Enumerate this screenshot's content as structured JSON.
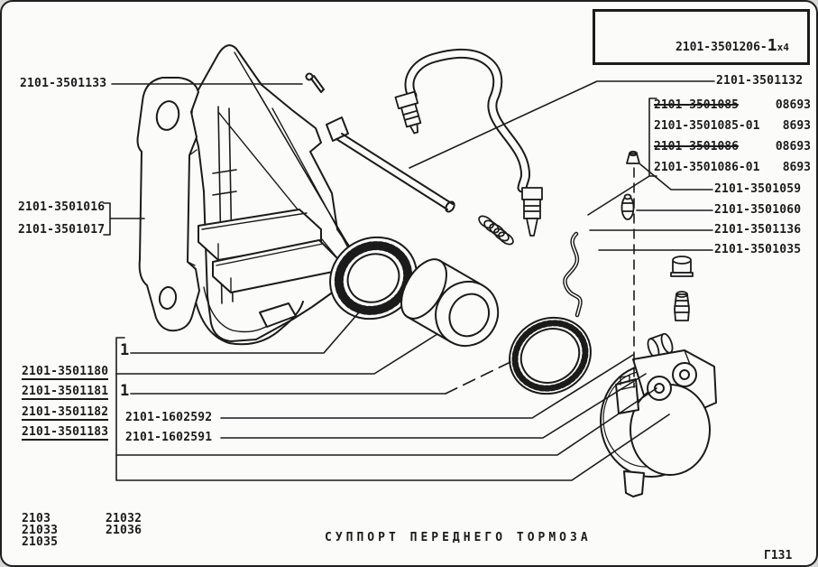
{
  "figure": {
    "title": "СУППОРТ ПЕРЕДНЕГО ТОРМОЗА",
    "code": "Г131"
  },
  "legend_box": {
    "part_number": "2101-3501206-",
    "qty_value": "1",
    "qty_suffix": "x4",
    "icon": "brake-pads-set-icon"
  },
  "labels": {
    "pin": "2101-3501133",
    "caliper_pair": [
      "2101-3501016",
      "2101-3501017"
    ],
    "retainer_pin": "2101-3501132",
    "hose_variants": [
      {
        "number": "2101-3501085",
        "code": "08693",
        "struck": true
      },
      {
        "number": "2101-3501085-01",
        "code": "8693",
        "struck": false
      },
      {
        "number": "2101-3501086",
        "code": "08693",
        "struck": true
      },
      {
        "number": "2101-3501086-01",
        "code": "8693",
        "struck": false
      }
    ],
    "right_small": [
      "2101-3501059",
      "2101-3501060",
      "2101-3501136",
      "2101-3501035"
    ],
    "kit_underlined": [
      "2101-3501180",
      "2101-3501181",
      "2101-3501182",
      "2101-3501183"
    ],
    "callout_ones": [
      "1",
      "1"
    ],
    "tube_labels": [
      "2101-1602592",
      "2101-1602591"
    ],
    "models_col1": [
      "2103",
      "21033",
      "21035"
    ],
    "models_col2": [
      "21032",
      "21036"
    ]
  },
  "colors": {
    "ink": "#1b1b1b",
    "paper": "#fbfbfa"
  }
}
